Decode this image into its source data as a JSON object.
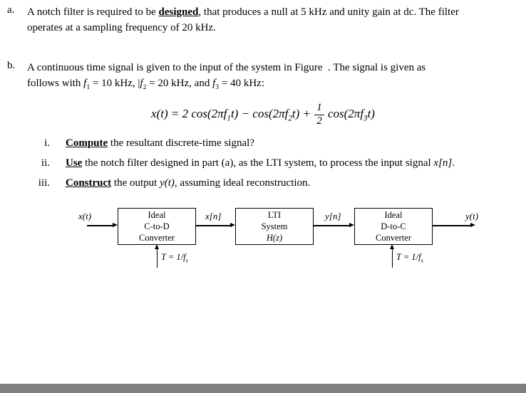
{
  "colors": {
    "background": "#ffffff",
    "text": "#000000",
    "footer_bar": "#808080"
  },
  "item_a": {
    "label": "a.",
    "line1_pre": "A notch filter is required to be ",
    "line1_bold": "designed",
    "line1_post": ", that produces a null at 5 kHz and unity gain at dc. The filter",
    "line2": "operates at a sampling frequency of 20 kHz."
  },
  "item_b": {
    "label": "b.",
    "line1": "A continuous time signal is given to the input of the system in Figure  . The signal is given as",
    "l2a": "follows with ",
    "f1": "f",
    "s1": "1",
    "l2b": " = 10 kHz, |",
    "f2": "f",
    "s2": "2",
    "l2c": " = 20 kHz, and ",
    "f3": "f",
    "s3": "3",
    "l2d": " = 40 kHz:"
  },
  "equation": {
    "p1": "x(t) = 2 cos(2πf",
    "sub1": "1",
    "p2": "t) − cos(2πf",
    "sub2": "2",
    "p3": "t) + ",
    "num": "1",
    "den": "2",
    "p4": " cos(2πf",
    "sub3": "3",
    "p5": "t)"
  },
  "subitems": [
    {
      "num": "i.",
      "bold": "Compute",
      "rest": " the resultant discrete-time signal?",
      "math": "",
      "tail": ""
    },
    {
      "num": "ii.",
      "bold": "Use",
      "rest": " the notch filter designed in part (a), as the LTI system, to process the input signal ",
      "math": "x[n]",
      "tail": "."
    },
    {
      "num": "iii.",
      "bold": "Construct",
      "rest": " the output ",
      "math": "y(t)",
      "tail": ", assuming ideal reconstruction."
    }
  ],
  "diagram": {
    "signal_in": "x(t)",
    "signal_discrete_in": "x[n]",
    "signal_discrete_out": "y[n]",
    "signal_out": "y(t)",
    "box_cd": {
      "line1": "Ideal",
      "line2": "C-to-D",
      "line3": "Converter"
    },
    "box_lti": {
      "line1": "LTI",
      "line2": "System",
      "line3": "H(z)"
    },
    "box_dc": {
      "line1": "Ideal",
      "line2": "D-to-C",
      "line3": "Converter"
    },
    "sample_period_pre": "T = 1/f",
    "sample_period_sub": "s"
  }
}
